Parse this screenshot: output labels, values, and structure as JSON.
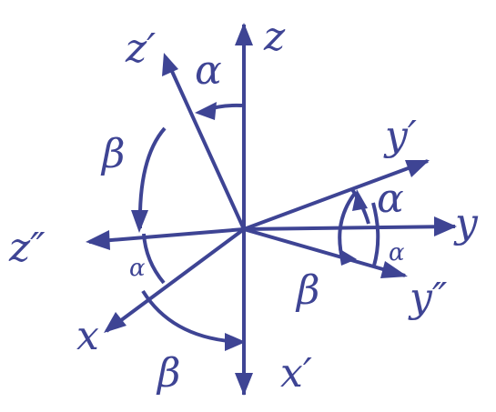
{
  "colors": {
    "ink": "#3e4494",
    "background": "#ffffff"
  },
  "axis_labels": {
    "z": "z",
    "z_prime": "z′",
    "z_double_prime": "z″",
    "y": "y",
    "y_prime": "y′",
    "y_double_prime": "y″",
    "x": "x",
    "x_prime": "x′"
  },
  "angle_labels": {
    "alpha_top": "α",
    "alpha_right": "α",
    "alpha_right_small": "α",
    "alpha_left_small": "α",
    "beta_left": "β",
    "beta_right": "β",
    "beta_bottom": "β"
  }
}
